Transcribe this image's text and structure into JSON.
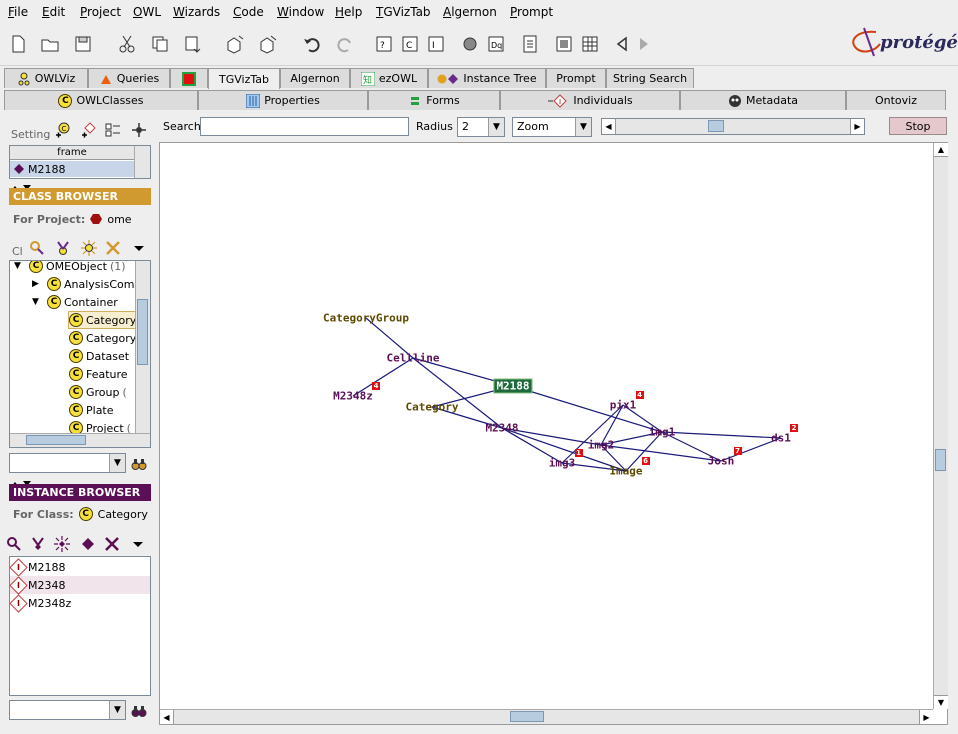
{
  "menu": [
    "File",
    "Edit",
    "Project",
    "OWL",
    "Wizards",
    "Code",
    "Window",
    "Help",
    "TGVizTab",
    "Algernon",
    "Prompt"
  ],
  "logo_text": "protégé",
  "tabs_row1": [
    {
      "label": "OWLViz",
      "icon": "owlviz-icon"
    },
    {
      "label": "Queries",
      "icon": "queries-icon"
    },
    {
      "label": "",
      "icon": "red-square-icon"
    },
    {
      "label": "TGVizTab",
      "icon": ""
    },
    {
      "label": "Algernon",
      "icon": ""
    },
    {
      "label": "ezOWL",
      "icon": "ezowl-icon"
    },
    {
      "label": "Instance Tree",
      "icon": "instance-tree-icon"
    },
    {
      "label": "Prompt",
      "icon": ""
    },
    {
      "label": "String Search",
      "icon": ""
    }
  ],
  "tabs_row2": [
    {
      "label": "OWLClasses",
      "icon": "owlclasses-icon"
    },
    {
      "label": "Properties",
      "icon": "properties-icon"
    },
    {
      "label": "Forms",
      "icon": "forms-icon"
    },
    {
      "label": "Individuals",
      "icon": "individuals-icon"
    },
    {
      "label": "Metadata",
      "icon": "metadata-icon"
    },
    {
      "label": "Ontoviz",
      "icon": ""
    }
  ],
  "setting": {
    "label": "Setting",
    "column_header": "frame",
    "row": "M2188"
  },
  "class_browser": {
    "title": "CLASS BROWSER",
    "for_project_label": "For Project:",
    "project": "ome",
    "cl_label": "Cl",
    "tree": [
      {
        "label": "OMEObject",
        "count": "(1)",
        "indent": 0,
        "expander": "down"
      },
      {
        "label": "AnalysisCom",
        "count": "",
        "indent": 1,
        "expander": "right"
      },
      {
        "label": "Container",
        "count": "",
        "indent": 1,
        "expander": "down"
      },
      {
        "label": "Category",
        "count": "",
        "indent": 2,
        "expander": "",
        "selected": true
      },
      {
        "label": "Category",
        "count": "",
        "indent": 2,
        "expander": ""
      },
      {
        "label": "Dataset",
        "count": "",
        "indent": 2,
        "expander": ""
      },
      {
        "label": "Feature",
        "count": "",
        "indent": 2,
        "expander": ""
      },
      {
        "label": "Group",
        "count": "(",
        "indent": 2,
        "expander": ""
      },
      {
        "label": "Plate",
        "count": "",
        "indent": 2,
        "expander": ""
      },
      {
        "label": "Project",
        "count": "(",
        "indent": 2,
        "expander": ""
      }
    ]
  },
  "instance_browser": {
    "title": "INSTANCE BROWSER",
    "for_class_label": "For Class:",
    "class_name": "Category",
    "instances": [
      "M2188",
      "M2348",
      "M2348z"
    ]
  },
  "graph_toolbar": {
    "search_label": "Search",
    "search_value": "",
    "radius_label": "Radius",
    "radius_value": "2",
    "zoom_value": "Zoom",
    "stop_label": "Stop",
    "zoom_level": 0.42
  },
  "graph": {
    "nodes": [
      {
        "id": "CategoryGroup",
        "label": "CategoryGroup",
        "kind": "cls",
        "badge": ""
      },
      {
        "id": "Cellline",
        "label": "Cellline",
        "kind": "inst",
        "badge": ""
      },
      {
        "id": "M2188",
        "label": "M2188",
        "kind": "focus",
        "badge": ""
      },
      {
        "id": "M2348z",
        "label": "M2348z",
        "kind": "inst",
        "badge": "4"
      },
      {
        "id": "Category",
        "label": "Category",
        "kind": "cls",
        "badge": ""
      },
      {
        "id": "M2348",
        "label": "M2348",
        "kind": "inst",
        "badge": ""
      },
      {
        "id": "pix1",
        "label": "pix1",
        "kind": "inst",
        "badge": "4"
      },
      {
        "id": "img1",
        "label": "img1",
        "kind": "inst",
        "badge": ""
      },
      {
        "id": "img2",
        "label": "img2",
        "kind": "inst",
        "badge": ""
      },
      {
        "id": "img3",
        "label": "img3",
        "kind": "inst",
        "badge": "1"
      },
      {
        "id": "Image",
        "label": "Image",
        "kind": "cls",
        "badge": "6"
      },
      {
        "id": "Josh",
        "label": "Josh",
        "kind": "inst",
        "badge": "7"
      },
      {
        "id": "ds1",
        "label": "ds1",
        "kind": "inst",
        "badge": "2"
      }
    ],
    "edges": [
      [
        "CategoryGroup",
        "Cellline"
      ],
      [
        "Cellline",
        "M2188"
      ],
      [
        "Cellline",
        "M2348z"
      ],
      [
        "Cellline",
        "M2348"
      ],
      [
        "M2188",
        "Category"
      ],
      [
        "M2188",
        "img1"
      ],
      [
        "Category",
        "M2348"
      ],
      [
        "M2348",
        "img2"
      ],
      [
        "M2348",
        "img3"
      ],
      [
        "M2348",
        "Image"
      ],
      [
        "pix1",
        "img2"
      ],
      [
        "pix1",
        "img3"
      ],
      [
        "pix1",
        "img1"
      ],
      [
        "img2",
        "Josh"
      ],
      [
        "img2",
        "img1"
      ],
      [
        "img1",
        "ds1"
      ],
      [
        "img1",
        "Josh"
      ],
      [
        "img1",
        "Image"
      ],
      [
        "Josh",
        "ds1"
      ],
      [
        "img3",
        "Image"
      ],
      [
        "img2",
        "Image"
      ]
    ]
  }
}
